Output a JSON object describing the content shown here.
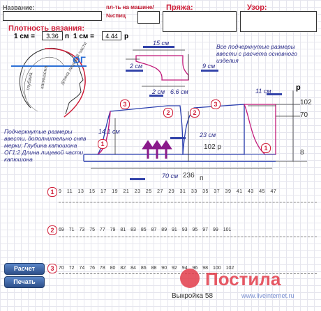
{
  "header": {
    "name_label": "Название:",
    "machine_label": "пл-ть на машине/",
    "needle_label": "№спиц",
    "yarn_label": "Пряжа:",
    "pattern_label": "Узор:"
  },
  "density": {
    "title": "Плотность вязания:",
    "eq1_prefix": "1 см =",
    "eq1_value": "3.36",
    "eq1_unit": "п",
    "eq2_prefix": "1 см =",
    "eq2_value": "4.44",
    "eq2_unit": "р"
  },
  "head": {
    "og_label": "ОГ",
    "side_text1": "глубина",
    "side_text2": "капюшона",
    "side_text3": "длина лицевой части"
  },
  "notes": {
    "top_right": "Все подчеркнутые размеры ввести с расчета основного изделия",
    "left": "Подчеркнутые размеры ввести, дополнительно сняв мерки: Глубина капюшона ОГ1:2 Длина лицевой части капюшона"
  },
  "diagram": {
    "top_width": "15 см",
    "top_left": "2 см",
    "top_right": "9 см",
    "mid_a": "2 см",
    "mid_b": "6.6 см",
    "right_width": "11 см",
    "p_label": "р",
    "r102": "102",
    "r70": "70",
    "r8": "8",
    "left_height": "14.1 см",
    "center_height": "23 см",
    "center_rows": "102 р",
    "bottom_width": "70 см",
    "bottom_stitches": "236",
    "bottom_unit": "п",
    "m1": "1",
    "m2": "2",
    "m3": "3"
  },
  "rulers": {
    "row1_badge": "1",
    "row1": "9 11 13 15 17 19 21 23 25 27 29 31 33 35 37 39 41 43 45 47",
    "row2_badge": "2",
    "row2": "69 71 73 75 77 79 81 83 85 87 89 91 93 95 97 99 101",
    "row3_badge": "3",
    "row3": "70 72 74 76 78 80 82 84 86 88 90 92 94 96 98 100 102"
  },
  "buttons": {
    "calc": "Расчет",
    "print": "Печать"
  },
  "footer": {
    "caption": "Выкройка 58",
    "watermark": "www.liveinternet.ru",
    "brand": "Постила"
  }
}
